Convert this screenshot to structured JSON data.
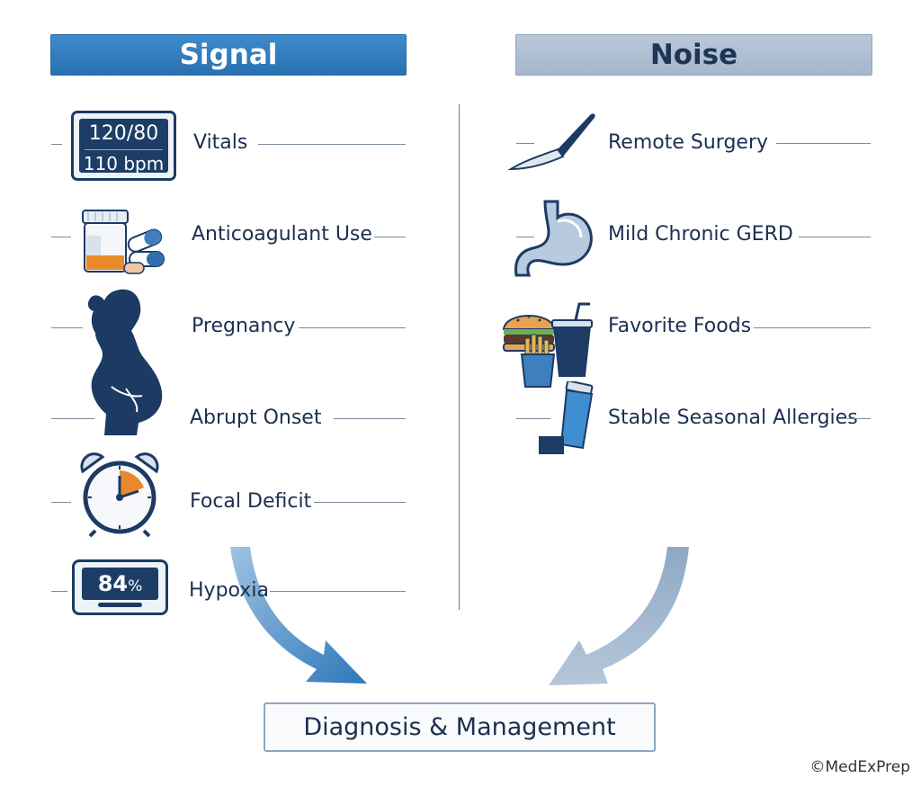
{
  "signal": {
    "header": "Signal",
    "items": [
      {
        "label": "Vitals",
        "icon": "blood-pressure-monitor-icon"
      },
      {
        "label": "Anticoagulant Use",
        "icon": "pill-bottle-icon"
      },
      {
        "label": "Pregnancy",
        "icon": "pregnant-woman-icon"
      },
      {
        "label": "Abrupt Onset",
        "icon": "pregnant-woman-icon"
      },
      {
        "label": "Focal Deficit",
        "icon": "alarm-clock-icon"
      },
      {
        "label": "Hypoxia",
        "icon": "pulse-oximeter-icon"
      }
    ],
    "vitals_bp": "120/80",
    "vitals_hr": "110 bpm",
    "oximeter_value": "84",
    "oximeter_unit": "%"
  },
  "noise": {
    "header": "Noise",
    "items": [
      {
        "label": "Remote Surgery",
        "icon": "scalpel-icon"
      },
      {
        "label": "Mild Chronic GERD",
        "icon": "stomach-icon"
      },
      {
        "label": "Favorite Foods",
        "icon": "fast-food-icon"
      },
      {
        "label": "Stable Seasonal Allergies",
        "icon": "inhaler-icon"
      }
    ]
  },
  "result": "Diagnosis & Management",
  "copyright": "©MedExPrep",
  "colors": {
    "signal_blue": "#2f78b9",
    "noise_gray": "#a9bacd",
    "text_navy": "#1c2f4f",
    "accent_orange": "#e88a2c"
  }
}
